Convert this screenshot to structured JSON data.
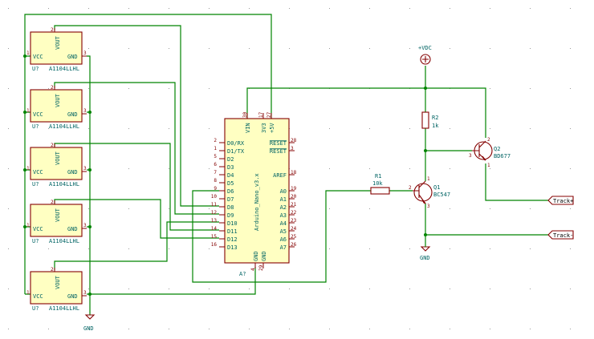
{
  "sensors": [
    {
      "ref": "U?",
      "value": "A1104LLHL",
      "vout": "VOUT",
      "vcc": "VCC",
      "gnd": "GND",
      "p1": "1",
      "p2": "2",
      "p3": "3"
    },
    {
      "ref": "U?",
      "value": "A1104LLHL",
      "vout": "VOUT",
      "vcc": "VCC",
      "gnd": "GND",
      "p1": "1",
      "p2": "2",
      "p3": "3"
    },
    {
      "ref": "U?",
      "value": "A1104LLHL",
      "vout": "VOUT",
      "vcc": "VCC",
      "gnd": "GND",
      "p1": "1",
      "p2": "2",
      "p3": "3"
    },
    {
      "ref": "U?",
      "value": "A1104LLHL",
      "vout": "VOUT",
      "vcc": "VCC",
      "gnd": "GND",
      "p1": "1",
      "p2": "2",
      "p3": "3"
    },
    {
      "ref": "U?",
      "value": "A1104LLHL",
      "vout": "VOUT",
      "vcc": "VCC",
      "gnd": "GND",
      "p1": "1",
      "p2": "2",
      "p3": "3"
    }
  ],
  "arduino": {
    "ref": "A?",
    "name": "Arduino_Nano_v3.x",
    "top_pins": [
      {
        "label": "VIN",
        "num": "30"
      },
      {
        "label": "3V3",
        "num": "17"
      },
      {
        "label": "+5V",
        "num": "27"
      }
    ],
    "left_pins": [
      {
        "label": "D0/RX",
        "num": "2"
      },
      {
        "label": "D1/TX",
        "num": "1"
      },
      {
        "label": "D2",
        "num": "5"
      },
      {
        "label": "D3",
        "num": "6"
      },
      {
        "label": "D4",
        "num": "7"
      },
      {
        "label": "D5",
        "num": "8"
      },
      {
        "label": "D6",
        "num": "9"
      },
      {
        "label": "D7",
        "num": "10"
      },
      {
        "label": "D8",
        "num": "11"
      },
      {
        "label": "D9",
        "num": "12"
      },
      {
        "label": "D10",
        "num": "13"
      },
      {
        "label": "D11",
        "num": "14"
      },
      {
        "label": "D12",
        "num": "15"
      },
      {
        "label": "D13",
        "num": "16"
      }
    ],
    "right_pins": [
      {
        "label": "RESET",
        "num": "28"
      },
      {
        "label": "RESET",
        "num": "3"
      },
      {
        "label": "AREF",
        "num": "18"
      },
      {
        "label": "A0",
        "num": "19"
      },
      {
        "label": "A1",
        "num": "20"
      },
      {
        "label": "A2",
        "num": "21"
      },
      {
        "label": "A3",
        "num": "22"
      },
      {
        "label": "A4",
        "num": "23"
      },
      {
        "label": "A5",
        "num": "24"
      },
      {
        "label": "A6",
        "num": "25"
      },
      {
        "label": "A7",
        "num": "26"
      }
    ],
    "bottom_pins": [
      {
        "label": "GND",
        "num": "4"
      },
      {
        "label": "GND",
        "num": "29"
      }
    ]
  },
  "power": {
    "vdc": "+VDC",
    "gnd": "GND"
  },
  "r1": {
    "ref": "R1",
    "value": "10k"
  },
  "r2": {
    "ref": "R2",
    "value": "1k"
  },
  "q1": {
    "ref": "Q1",
    "value": "BC547",
    "p1": "1",
    "p2": "2",
    "p3": "3"
  },
  "q2": {
    "ref": "Q2",
    "value": "BD677",
    "p1": "1",
    "p2": "2",
    "p3": "3"
  },
  "track_plus": "Track+",
  "track_minus": "Track-",
  "colors": {
    "wire": "#008400",
    "component": "#840000",
    "fill": "#ffffc2",
    "text": "#006464"
  }
}
